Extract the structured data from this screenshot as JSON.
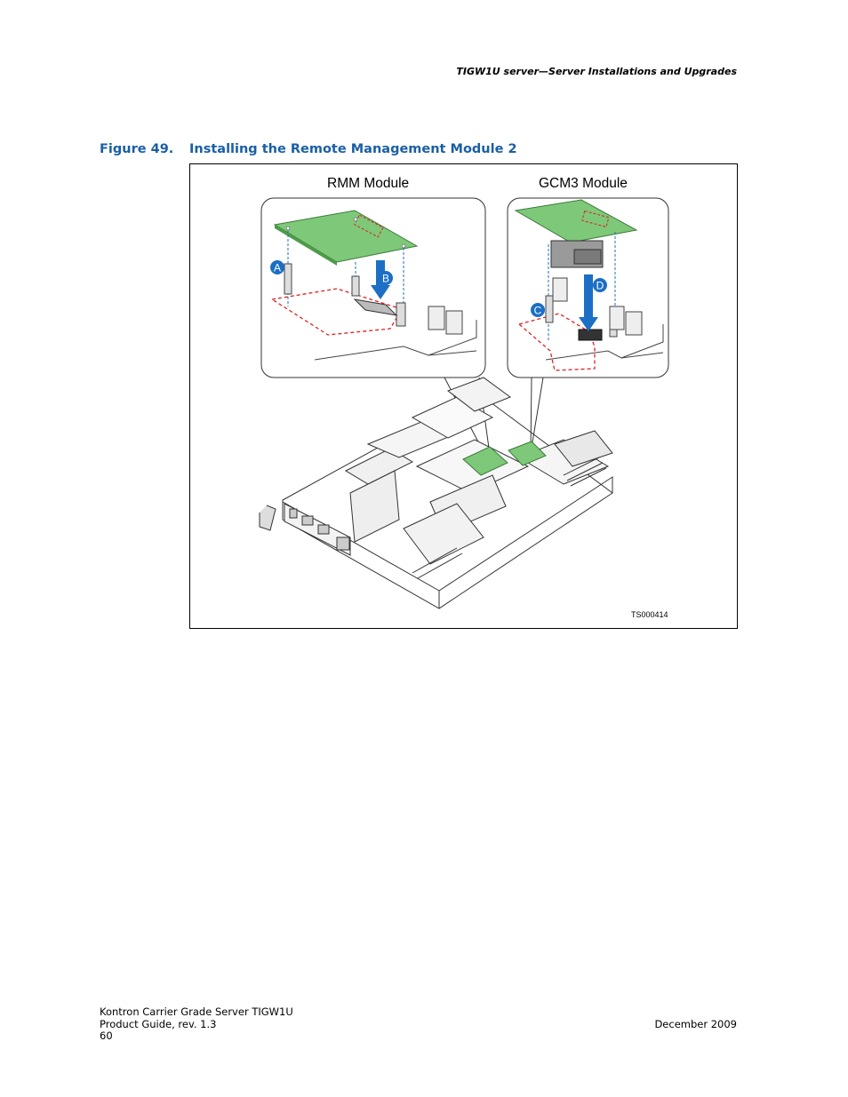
{
  "header": {
    "running_title": "TIGW1U server—Server Installations and Upgrades"
  },
  "figure": {
    "number": "Figure 49.",
    "title": "Installing the Remote Management Module 2",
    "left_panel_title": "RMM Module",
    "right_panel_title": "GCM3 Module",
    "callouts": [
      "A",
      "B",
      "C",
      "D"
    ],
    "drawing_id": "TS000414",
    "colors": {
      "board": "#7ec87a",
      "callout": "#1c6fc4",
      "dash": "#e02020",
      "caption": "#1a5fa6"
    }
  },
  "footer": {
    "line1": "Kontron Carrier Grade Server TIGW1U",
    "line2": "Product Guide, rev. 1.3",
    "page_number": "60",
    "date": "December 2009"
  }
}
